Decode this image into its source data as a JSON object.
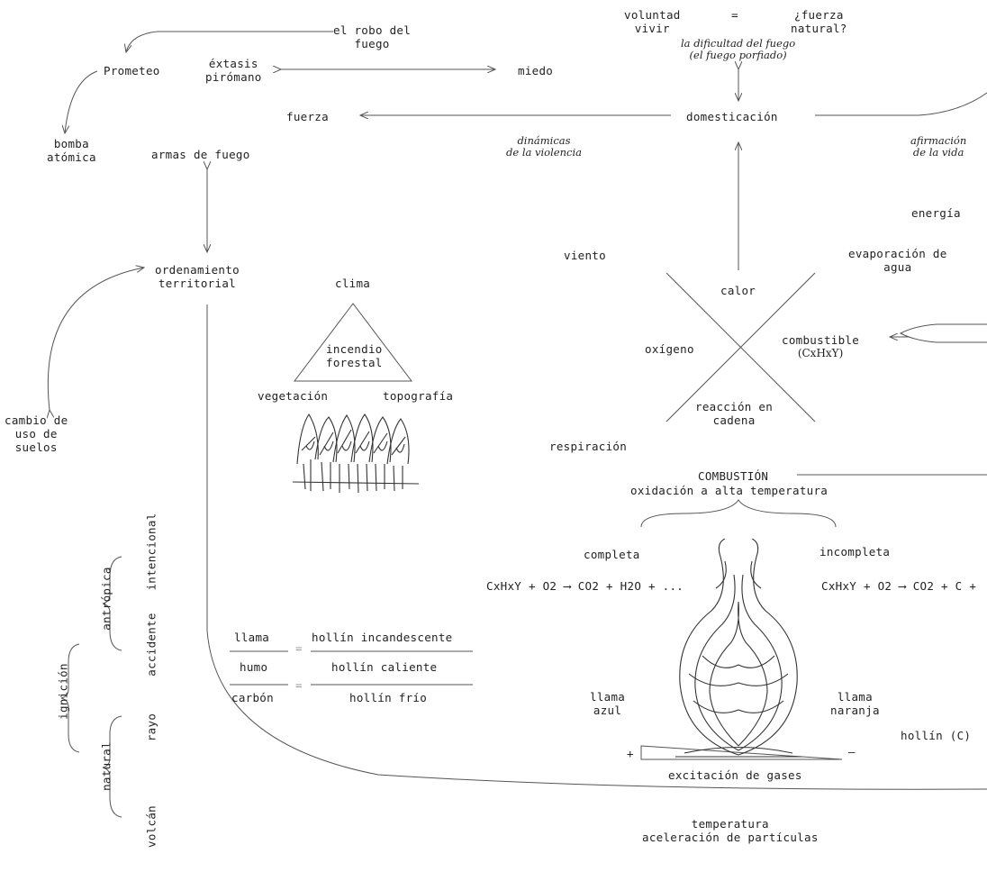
{
  "diagram": {
    "robo_fuego": "el robo del\nfuego",
    "prometeo": "Prometeo",
    "extasis": "éxtasis\npirómano",
    "miedo": "miedo",
    "fuerza": "fuerza",
    "bomba": "bomba\natómica",
    "armas": "armas de fuego",
    "ordenamiento": "ordenamiento\nterritorial",
    "cambio_suelos": "cambio de\nuso de\nsuelos",
    "voluntad_vivir": "voluntad\nvivir",
    "igual": "=",
    "fuerza_natural": "¿fuerza\nnatural?",
    "dificultad": "la dificultad del fuego\n(el fuego porfiado)",
    "domesticacion": "domesticación",
    "dinamicas": "dinámicas\nde la violencia",
    "afirmacion": "afirmación\nde la vida",
    "energia": "energía",
    "evaporacion": "evaporación de\nagua",
    "viento": "viento",
    "calor": "calor",
    "oxigeno": "oxígeno",
    "combustible": "combustible",
    "combustible_formula": "(CxHxY)",
    "reaccion": "reacción en\ncadena",
    "respiracion": "respiración",
    "clima": "clima",
    "incendio": "incendio\nforestal",
    "vegetacion": "vegetación",
    "topografia": "topografía",
    "combustion": "COMBUSTIÓN",
    "oxidacion": "oxidación a alta temperatura",
    "completa": "completa",
    "incompleta": "incompleta",
    "eq_completa": "CxHxY + O2 ⟶ CO2 + H2O + ...",
    "eq_incompleta": "CxHxY + O2 ⟶ CO2 + C +",
    "llama": "llama",
    "humo": "humo",
    "carbon": "carbón",
    "hollin_incandescente": "hollín incandescente",
    "hollin_caliente": "hollín caliente",
    "hollin_frio": "hollín frío",
    "llama_azul": "llama\nazul",
    "llama_naranja": "llama\nnaranja",
    "hollin_c": "hollín (C)",
    "excitacion": "excitación de gases",
    "plus": "+",
    "minus": "–",
    "temperatura": "temperatura\naceleración de partículas",
    "intencional": "intencional",
    "antropica": "antrópica",
    "accidente": "accidente",
    "ignicion": "ignición",
    "rayo": "rayo",
    "natural": "natural",
    "volcan": "volcán"
  }
}
